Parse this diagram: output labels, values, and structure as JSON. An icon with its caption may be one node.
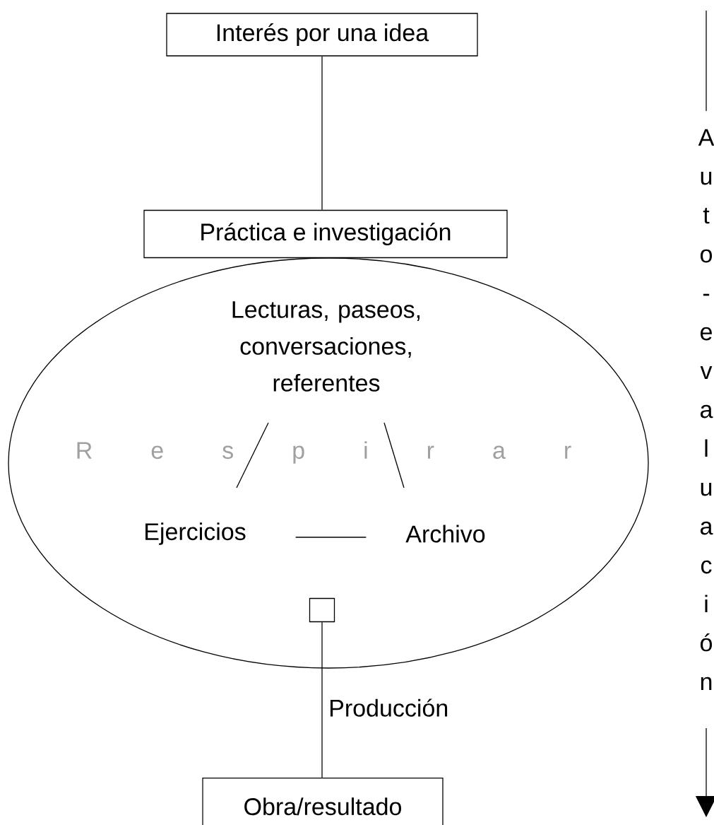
{
  "diagram": {
    "nodes": [
      {
        "text": [
          "Interés por una idea"
        ]
      },
      {
        "text": [
          "Práctica e investigación"
        ]
      },
      {
        "text": [],
        "shape": "ellipse"
      },
      {
        "text": [
          "Lecturas, paseos, conversaciones, referentes"
        ],
        "in": 2
      },
      {
        "text": [
          "Ejercicios"
        ],
        "in": 2
      },
      {
        "text": [
          "Archivo"
        ],
        "in": 2
      },
      {
        "text": [],
        "shape": "box",
        "in": 2
      },
      {
        "text": [
          "Obra/resultado"
        ]
      }
    ],
    "edges": [
      {
        "from": 0,
        "to": 1,
        "arrow": "none"
      },
      {
        "from": 3,
        "to": 4,
        "arrow": "none"
      },
      {
        "from": 3,
        "to": 5,
        "arrow": "none"
      },
      {
        "from": 4,
        "to": 5,
        "arrow": "none"
      },
      {
        "from": 6,
        "to": 7,
        "arrow": "none",
        "label": "Producción"
      }
    ],
    "labels": [
      "R e s p i r a r",
      "A u t o - e v a l u a c i ó n"
    ]
  }
}
